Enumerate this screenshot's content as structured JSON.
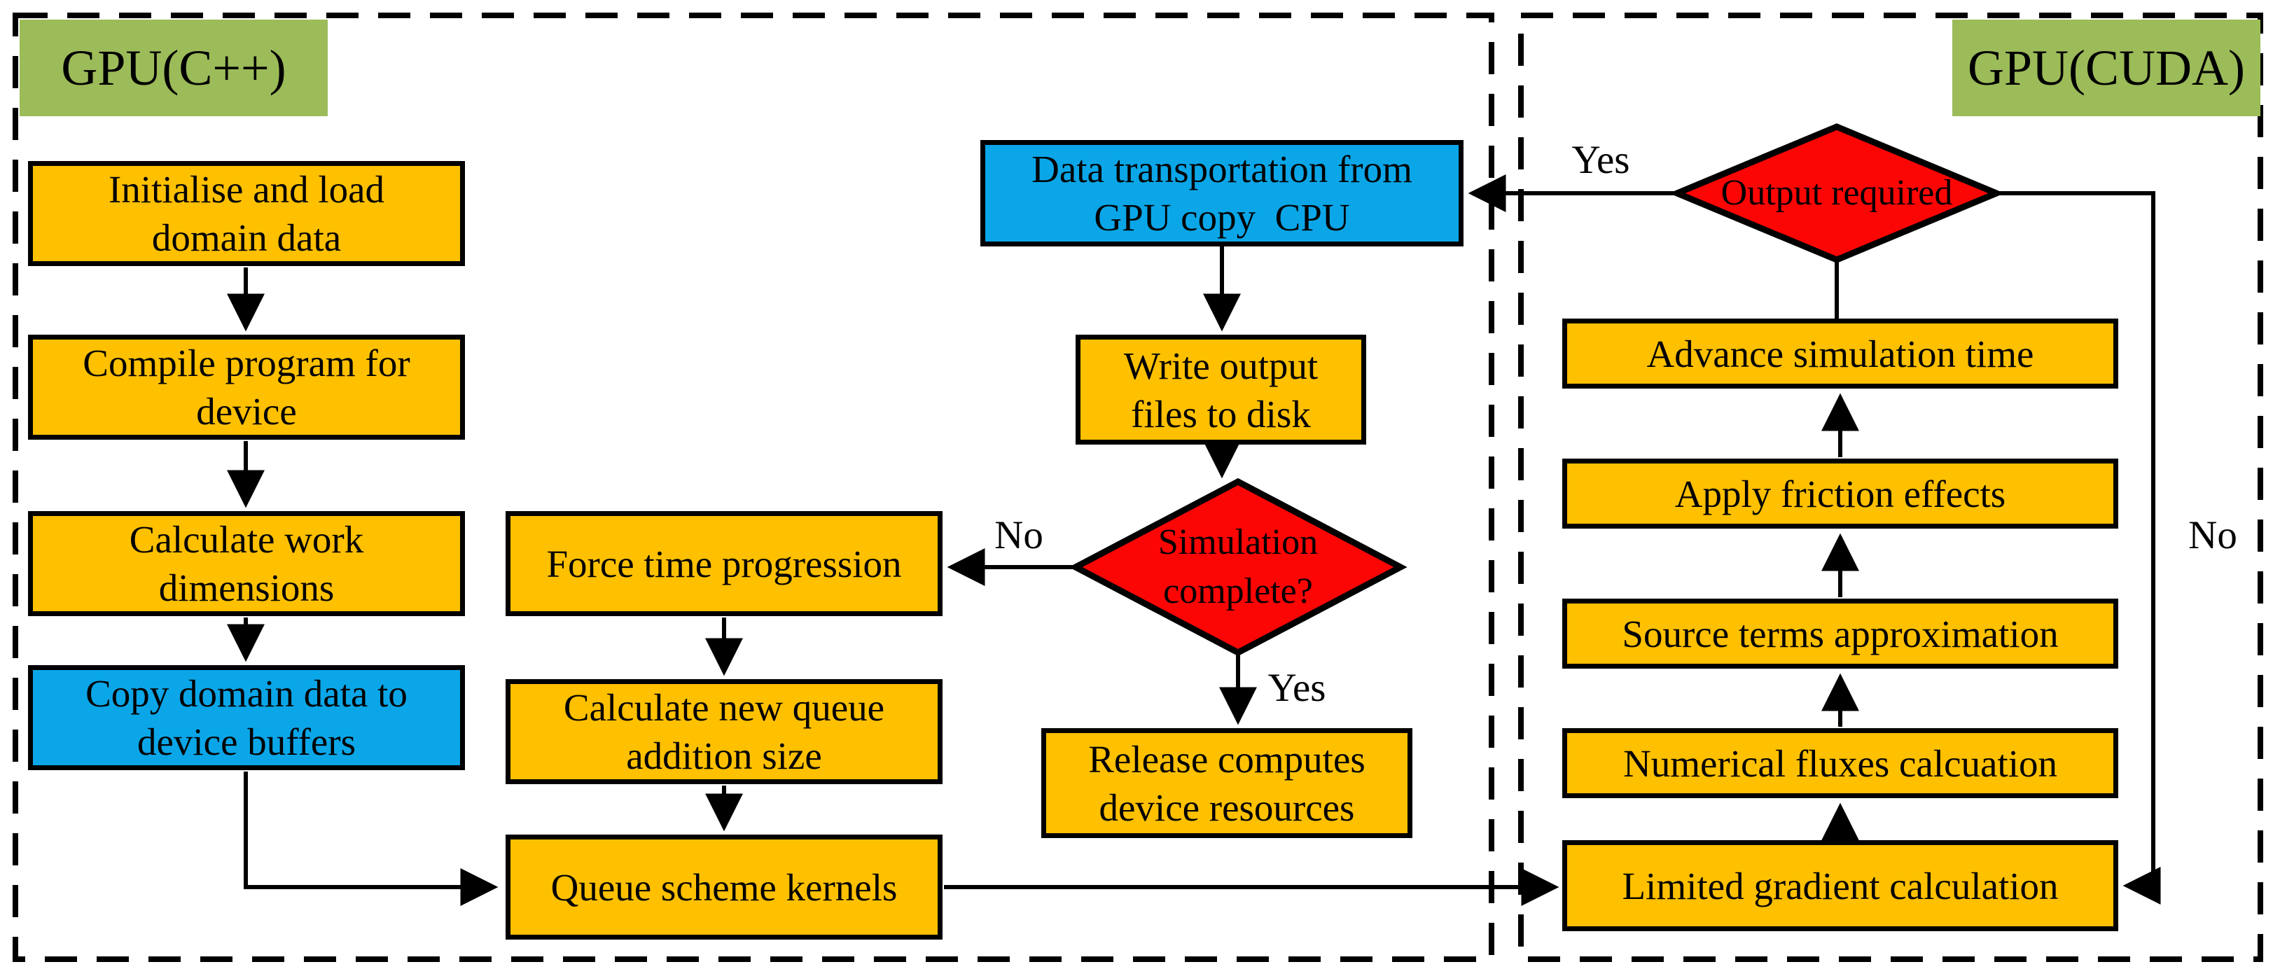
{
  "panels": {
    "left_title": "GPU(C++)",
    "right_title": "GPU(CUDA)"
  },
  "colors": {
    "process": "#FFC000",
    "data": "#0BA6E8",
    "decision": "#FB0505",
    "panel_label": "#9CBB59",
    "line": "#000000",
    "background": "#FFFFFF"
  },
  "nodes": {
    "init": {
      "line1": "Initialise and load",
      "line2": "domain data"
    },
    "compile": {
      "line1": "Compile program for",
      "line2": "device"
    },
    "calc_work": {
      "line1": "Calculate work",
      "line2": "dimensions"
    },
    "copy_domain": {
      "line1": "Copy domain data to",
      "line2": "device buffers"
    },
    "force_time": {
      "line1": "Force time progression"
    },
    "calc_queue": {
      "line1": "Calculate new queue",
      "line2": "addition size"
    },
    "queue_kernels": {
      "line1": "Queue scheme kernels"
    },
    "data_transport": {
      "line1": "Data transportation from",
      "line2": "GPU copy  CPU"
    },
    "write_output": {
      "line1": "Write output",
      "line2": "files to disk"
    },
    "sim_complete": {
      "line1": "Simulation",
      "line2": "complete?"
    },
    "release": {
      "line1": "Release computes",
      "line2": "device resources"
    },
    "output_required": {
      "line1": "Output required"
    },
    "advance_time": {
      "line1": "Advance simulation time"
    },
    "friction": {
      "line1": "Apply friction effects"
    },
    "source_terms": {
      "line1": "Source terms approximation"
    },
    "num_fluxes": {
      "line1": "Numerical fluxes calcuation"
    },
    "limited_gradient": {
      "line1": "Limited gradient calculation"
    }
  },
  "edge_labels": {
    "sim_no": "No",
    "sim_yes": "Yes",
    "out_yes": "Yes",
    "out_no": "No"
  }
}
